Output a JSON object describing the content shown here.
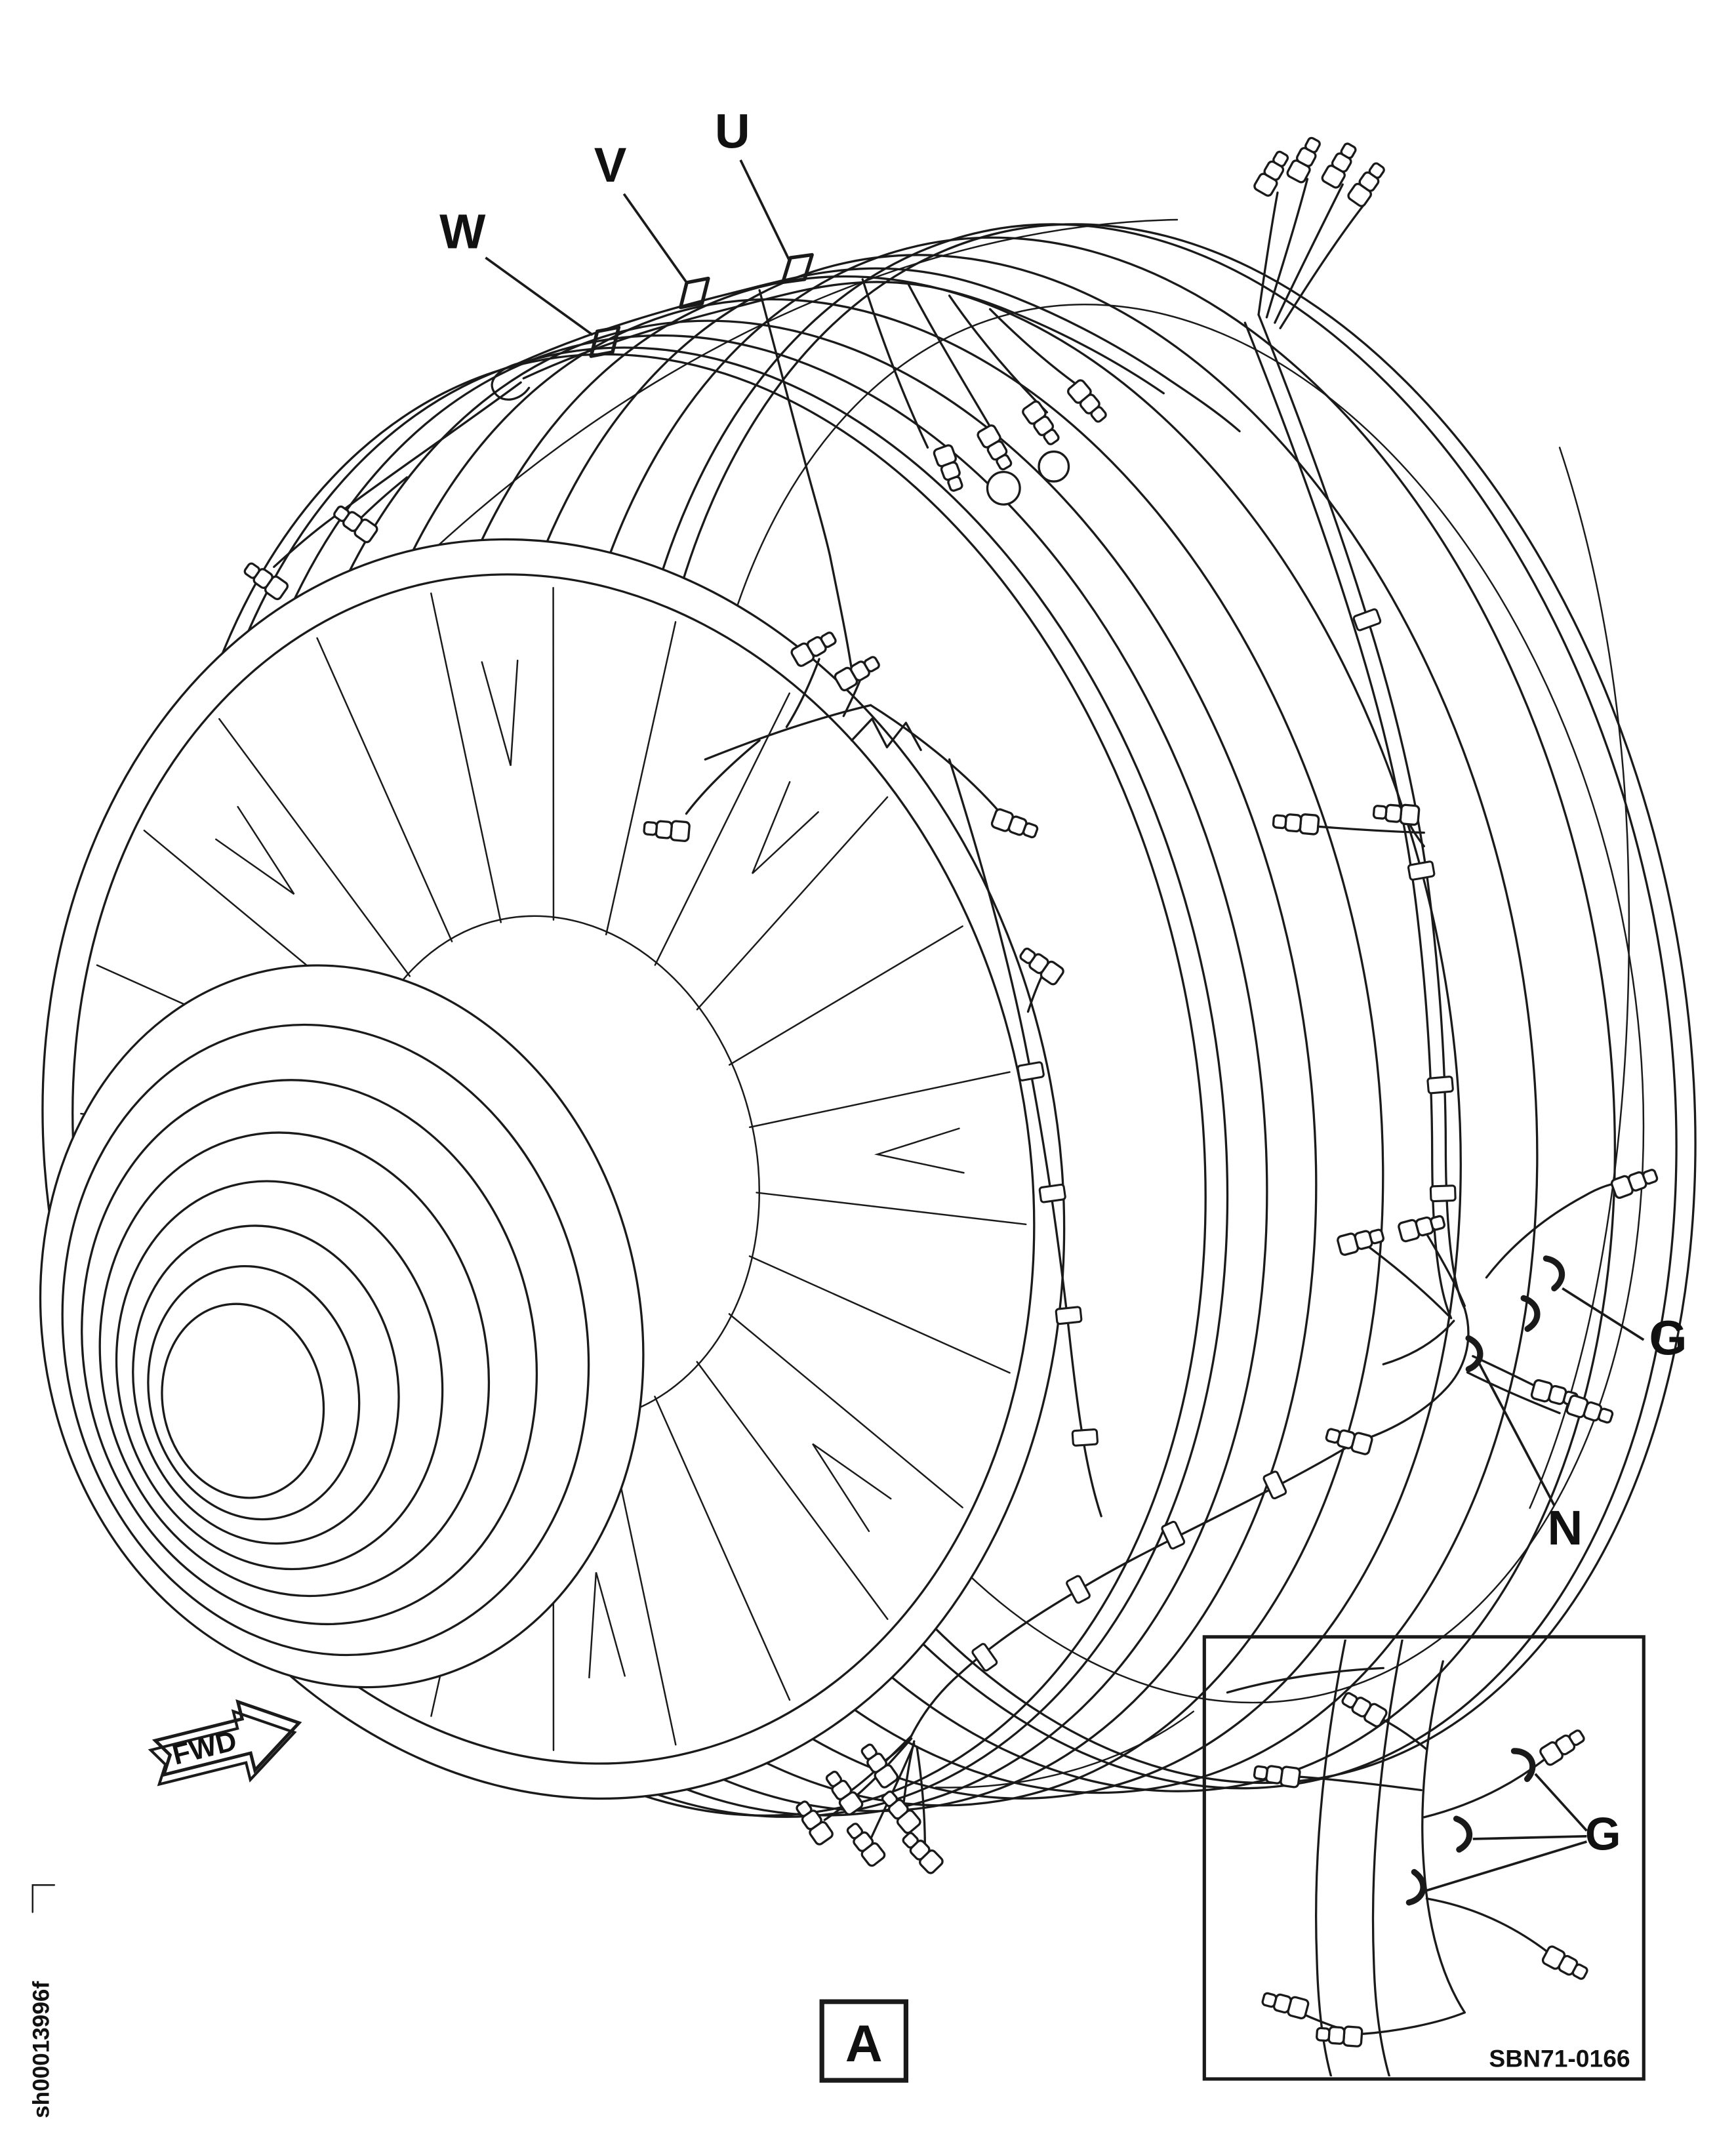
{
  "figure": {
    "type": "engine-wiring-harness-illustration",
    "callouts": {
      "w": "W",
      "v": "V",
      "u": "U",
      "g": "G",
      "n": "N"
    },
    "fwd_label": "FWD",
    "view_label": "A",
    "inset": {
      "callout_g": "G",
      "drawing_number": "SBN71-0166"
    },
    "sheet_id": "sh00013996f",
    "colors": {
      "line": "#1a1a1a",
      "background": "#ffffff"
    }
  }
}
